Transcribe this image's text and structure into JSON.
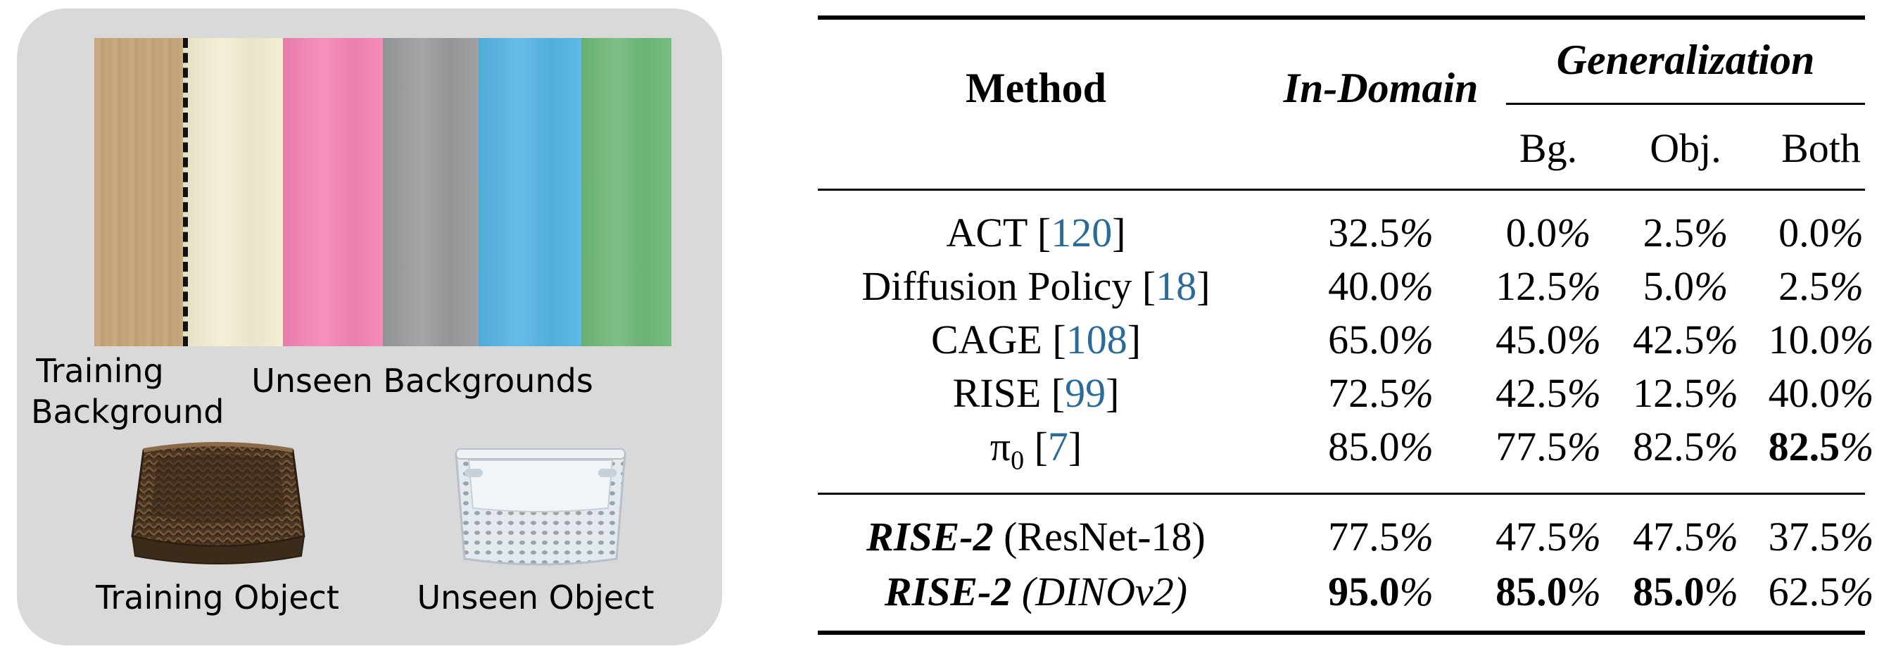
{
  "figure": {
    "captions": {
      "training_background": "Training\nBackground",
      "training_background_line1": "Training",
      "training_background_line2": "Background",
      "unseen_backgrounds": "Unseen Backgrounds",
      "training_object": "Training Object",
      "unseen_object": "Unseen Object"
    },
    "fabric_colors": [
      "#c6a57c",
      "#f1eed2",
      "#f584b4",
      "#9a9b9d",
      "#55b5e4",
      "#6fb97a"
    ],
    "panel_color": "#d9d9d9"
  },
  "table": {
    "header": {
      "method": "Method",
      "in_domain": "In-Domain",
      "generalization": "Generalization",
      "bg": "Bg.",
      "obj": "Obj.",
      "both": "Both"
    },
    "ref_color": "#2a6b9a",
    "rows": [
      {
        "name": "ACT",
        "ref": "120",
        "in_domain": "32.5",
        "bg": "0.0",
        "obj": "2.5",
        "both": "0.0"
      },
      {
        "name": "Diffusion Policy",
        "ref": "18",
        "in_domain": "40.0",
        "bg": "12.5",
        "obj": "5.0",
        "both": "2.5"
      },
      {
        "name": "CAGE",
        "ref": "108",
        "in_domain": "65.0",
        "bg": "45.0",
        "obj": "42.5",
        "both": "10.0"
      },
      {
        "name": "RISE",
        "ref": "99",
        "in_domain": "72.5",
        "bg": "42.5",
        "obj": "12.5",
        "both": "40.0"
      },
      {
        "name": "π",
        "name_sub": "0",
        "ref": "7",
        "in_domain": "85.0",
        "bg": "77.5",
        "obj": "82.5",
        "both": "82.5"
      }
    ],
    "ours": [
      {
        "name": "RISE-2",
        "variant": "(ResNet-18)",
        "in_domain": "77.5",
        "bg": "47.5",
        "obj": "47.5",
        "both": "37.5"
      },
      {
        "name": "RISE-2",
        "variant": "(DINOv2)",
        "in_domain": "95.0",
        "bg": "85.0",
        "obj": "85.0",
        "both": "62.5"
      }
    ],
    "pct": "%"
  }
}
